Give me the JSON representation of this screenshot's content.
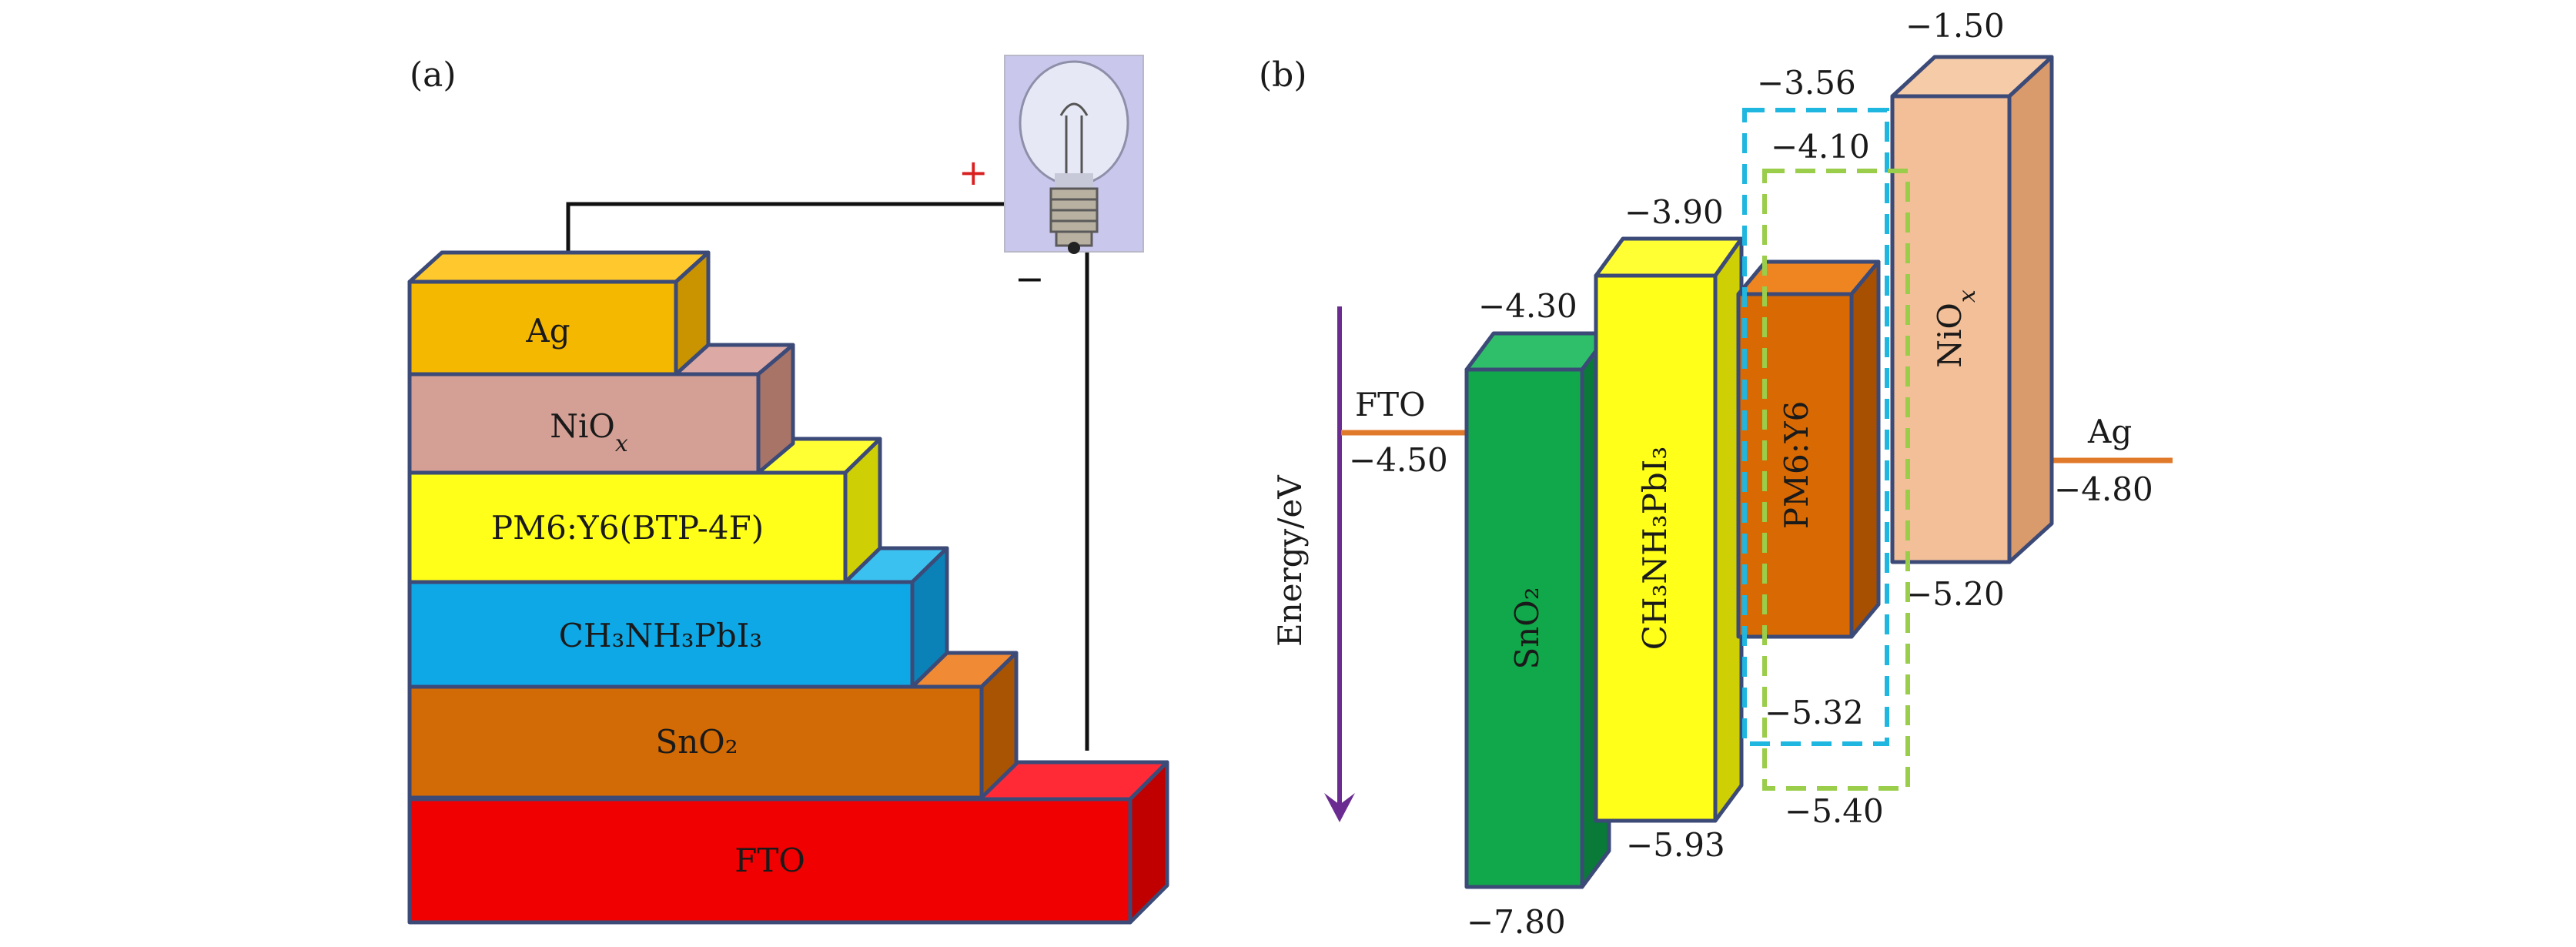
{
  "panels": {
    "a": "(a)",
    "b": "(b)"
  },
  "panel_a": {
    "polarity": {
      "plus": "+",
      "minus": "−"
    },
    "layers": [
      {
        "key": "ag",
        "label": "Ag",
        "color": "#F5B800"
      },
      {
        "key": "niox",
        "label": "NiO",
        "sub": "x",
        "color": "#D4A095"
      },
      {
        "key": "pm6y6",
        "label": "PM6:Y6(BTP-4F)",
        "color": "#FFFF19"
      },
      {
        "key": "perov",
        "label": "CH₃NH₃PbI₃",
        "color": "#0FA8E6"
      },
      {
        "key": "sno2",
        "label": "SnO₂",
        "color": "#D26A05"
      },
      {
        "key": "fto",
        "label": "FTO",
        "color": "#F00000"
      }
    ]
  },
  "panel_b": {
    "axis_label": "Energy/eV",
    "electrodes": {
      "fto": {
        "name": "FTO",
        "level": "−4.50"
      },
      "ag": {
        "name": "Ag",
        "level": "−4.80"
      }
    },
    "bands": [
      {
        "key": "sno2",
        "name": "SnO₂",
        "top": "−4.30",
        "bottom": "−7.80",
        "color": "#10A84A"
      },
      {
        "key": "perov",
        "name": "CH₃NH₃PbI₃",
        "top": "−3.90",
        "bottom": "−5.93",
        "color": "#FFFF19"
      },
      {
        "key": "pm6y6",
        "name": "PM6:Y6",
        "color": "#D96A03"
      },
      {
        "key": "niox",
        "name": "NiO",
        "sub": "x",
        "top": "−1.50",
        "bottom": "−5.20",
        "color": "#F2BF98"
      }
    ],
    "dashed_boxes": {
      "pm6": {
        "top": "−3.56",
        "bottom": "−5.32",
        "color": "#1FB6E0"
      },
      "y6": {
        "top": "−4.10",
        "bottom": "−5.40",
        "color": "#9ACD4A"
      }
    }
  }
}
